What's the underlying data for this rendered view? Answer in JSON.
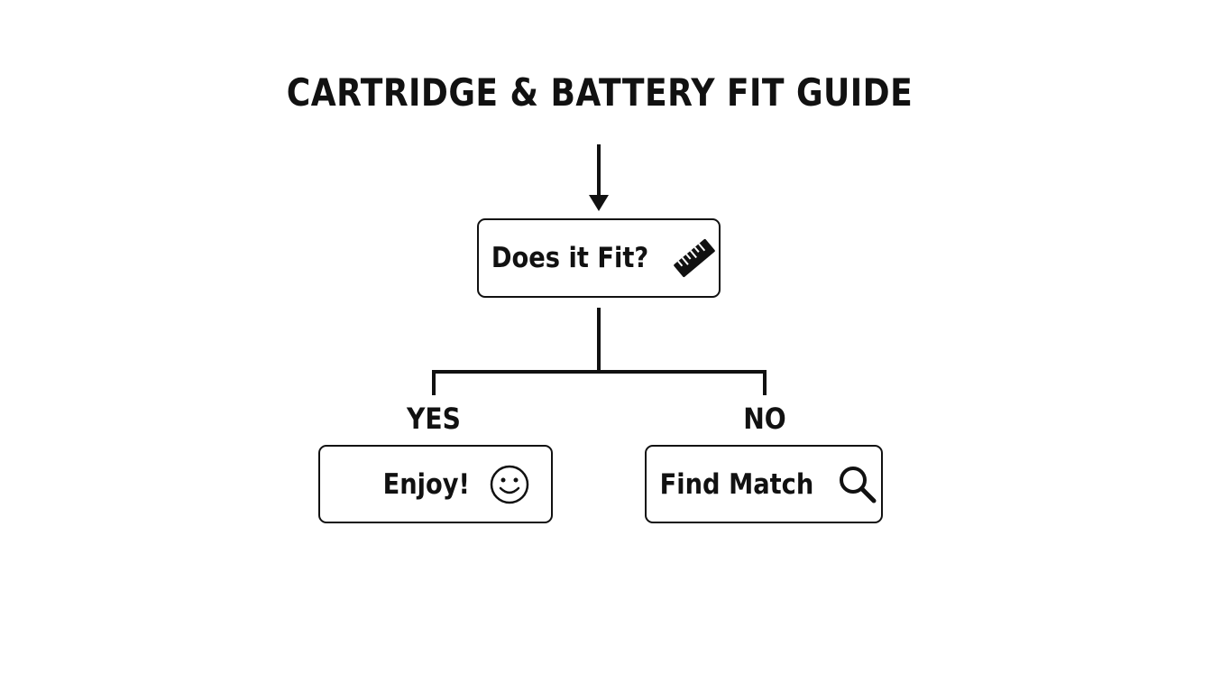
{
  "title": "CARTRIDGE & BATTERY FIT GUIDE",
  "decision": {
    "label": "Does it Fit?",
    "icon": "ruler-icon"
  },
  "branches": {
    "yes": {
      "label": "YES",
      "outcome": "Enjoy!",
      "icon": "smiley-icon"
    },
    "no": {
      "label": "NO",
      "outcome": "Find Match",
      "icon": "magnifier-icon"
    }
  },
  "colors": {
    "ink": "#111111",
    "background": "#ffffff"
  }
}
